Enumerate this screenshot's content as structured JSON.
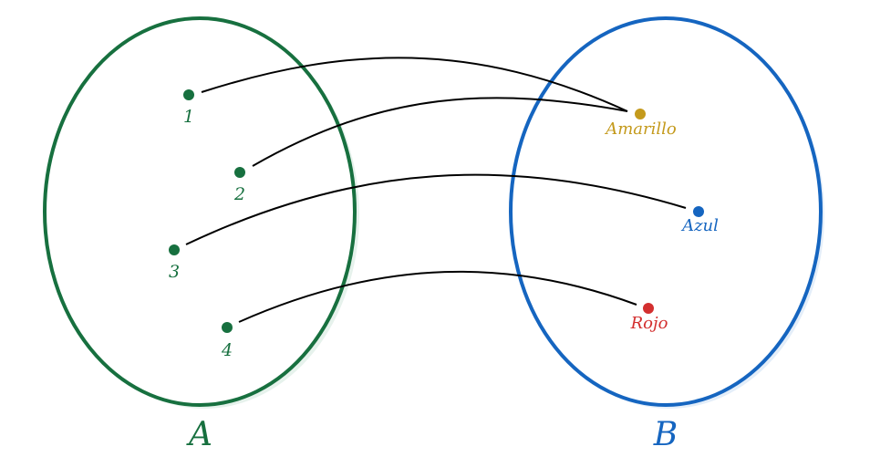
{
  "colors": {
    "set_a": "#17703f",
    "set_b": "#1565c0",
    "amarillo": "#c49a1c",
    "azul": "#1565c0",
    "rojo": "#d32f2f",
    "arrow": "#000000"
  },
  "set_a": {
    "name": "A",
    "elements": [
      "1",
      "2",
      "3",
      "4"
    ]
  },
  "set_b": {
    "name": "B",
    "elements": [
      "Amarillo",
      "Azul",
      "Rojo"
    ]
  },
  "mapping": [
    {
      "from": "1",
      "to": "Amarillo"
    },
    {
      "from": "2",
      "to": "Amarillo"
    },
    {
      "from": "3",
      "to": "Azul"
    },
    {
      "from": "4",
      "to": "Rojo"
    }
  ]
}
